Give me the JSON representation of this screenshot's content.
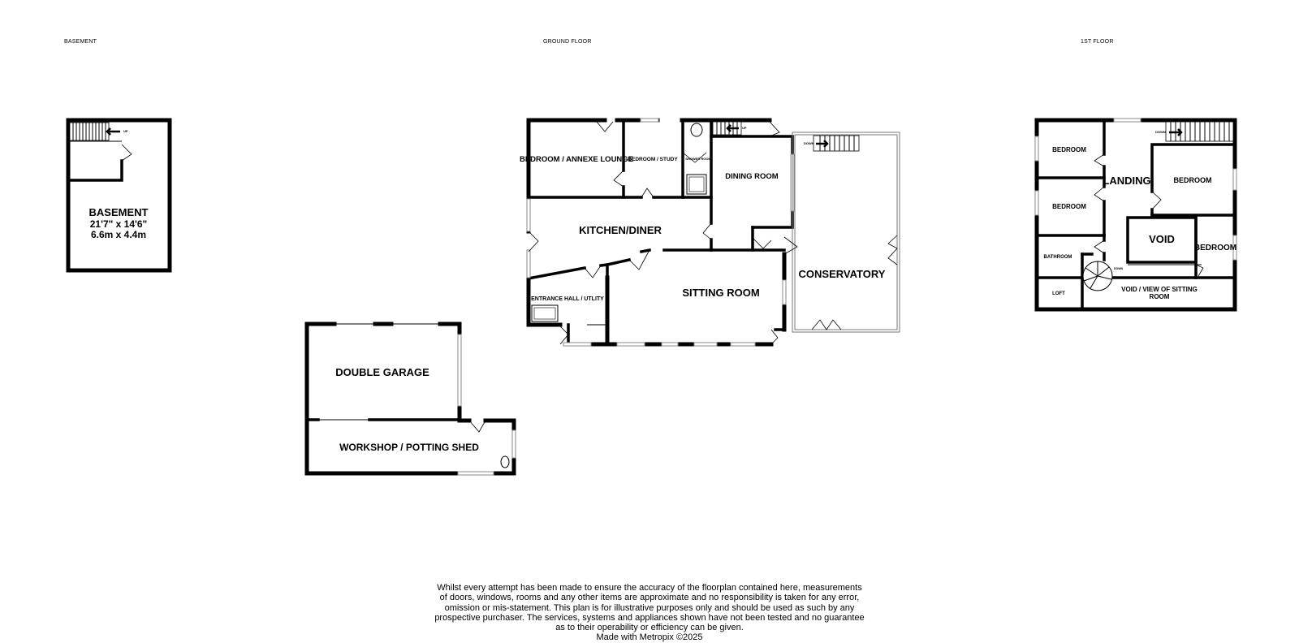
{
  "floors": {
    "basement": "BASEMENT",
    "ground": "GROUND FLOOR",
    "first": "1ST FLOOR"
  },
  "rooms": {
    "basement": "BASEMENT",
    "basement_dim_imperial": "21'7\"  x 14'6\"",
    "basement_dim_metric": "6.6m  x 4.4m",
    "bedroom_annexe_lounge": "BEDROOM / ANNEXE LOUNGE",
    "bedroom_study": "BEDROOM / STUDY",
    "shower_room": "SHOWER ROOM",
    "dining_room": "DINING ROOM",
    "kitchen_diner": "KITCHEN/DINER",
    "entrance_hall": "ENTRANCE HALL / UTLITY",
    "sitting_room": "SITTING ROOM",
    "conservatory": "CONSERVATORY",
    "double_garage": "DOUBLE GARAGE",
    "workshop": "WORKSHOP / POTTING SHED",
    "bedroom_1": "BEDROOM",
    "bedroom_2": "BEDROOM",
    "bedroom_3": "BEDROOM",
    "bedroom_4": "BEDROOM",
    "landing": "LANDING",
    "void": "VOID",
    "bathroom": "BATHROOM",
    "loft": "LOFT",
    "void_view_line1": "VOID / VIEW OF SITTING",
    "void_view_line2": "ROOM"
  },
  "stair_labels": {
    "basement_up": "UP",
    "ground_up": "UP",
    "conservatory_down": "DOWN",
    "first_down": "DOWN",
    "spiral_down": "DOWN"
  },
  "disclaimer": {
    "line1": "Whilst every attempt has been made to ensure the accuracy of the floorplan contained here, measurements",
    "line2": "of doors, windows, rooms and any other items are approximate and no responsibility is taken for any error,",
    "line3": "omission or mis-statement. This plan is for illustrative purposes only and should be used as such by any",
    "line4": "prospective purchaser. The services, systems and appliances shown have not been tested and no guarantee",
    "line5": "as to their operability or efficiency can be given.",
    "line6": "Made with Metropix ©2025"
  }
}
